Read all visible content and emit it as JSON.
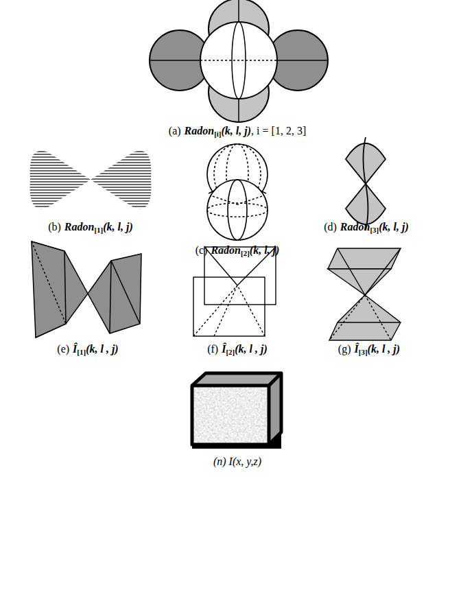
{
  "diagram": {
    "labels": [
      "(a)",
      "Radon",
      "[i]",
      "(k, l, j)",
      ", i = [1, 2, 3]",
      "(b)",
      "Radon",
      "[1]",
      "(k, l, j)",
      "(c)",
      "Radon",
      "[2]",
      "(k, l, j)",
      "(d)",
      "Radon",
      "[3]",
      "(k, l, j)",
      "(e)",
      "Î",
      "[1]",
      "(k, l , j)",
      "(f)",
      "Î",
      "[2]",
      "(k, l , j)",
      "(g)",
      "Î",
      "[3]",
      "(k, l , j)",
      "(n) I(x, y,z)"
    ]
  }
}
